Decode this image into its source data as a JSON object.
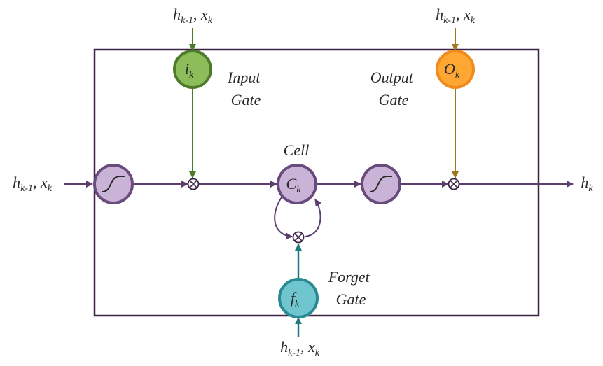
{
  "inputs": {
    "top_left": {
      "h": "h",
      "h_sub": "k-1",
      "sep": ", ",
      "x": "x",
      "x_sub": "k"
    },
    "top_right": {
      "h": "h",
      "h_sub": "k-1",
      "sep": ", ",
      "x": "x",
      "x_sub": "k"
    },
    "left": {
      "h": "h",
      "h_sub": "k-1",
      "sep": ", ",
      "x": "x",
      "x_sub": "k"
    },
    "bottom": {
      "h": "h",
      "h_sub": "k-1",
      "sep": ", ",
      "x": "x",
      "x_sub": "k"
    }
  },
  "output": {
    "h": "h",
    "h_sub": "k"
  },
  "nodes": {
    "input_gate": {
      "sym": "i",
      "sub": "k",
      "color": "#8cbd5a",
      "border": "#4e7a2c"
    },
    "output_gate": {
      "sym": "O",
      "sub": "k",
      "color": "#ffa733",
      "border": "#f08a1c"
    },
    "cell": {
      "sym": "C",
      "sub": "k",
      "color": "#c9b4d8",
      "border": "#6a4b7e"
    },
    "forget_gate": {
      "sym": "f",
      "sub": "k",
      "color": "#6fc6cf",
      "border": "#2a8a94"
    },
    "activation_color": "#c9b4d8",
    "activation_border": "#6a4b7e"
  },
  "labels": {
    "input_gate": [
      "Input",
      "Gate"
    ],
    "output_gate": [
      "Output",
      "Gate"
    ],
    "cell": "Cell",
    "forget_gate": [
      "Forget",
      "Gate"
    ]
  },
  "colors": {
    "frame": "#3b2444",
    "main_line": "#5c3d6e",
    "input_gate_line": "#4e7a2c",
    "output_gate_line": "#a07818",
    "forget_gate_line": "#1f7a80"
  }
}
